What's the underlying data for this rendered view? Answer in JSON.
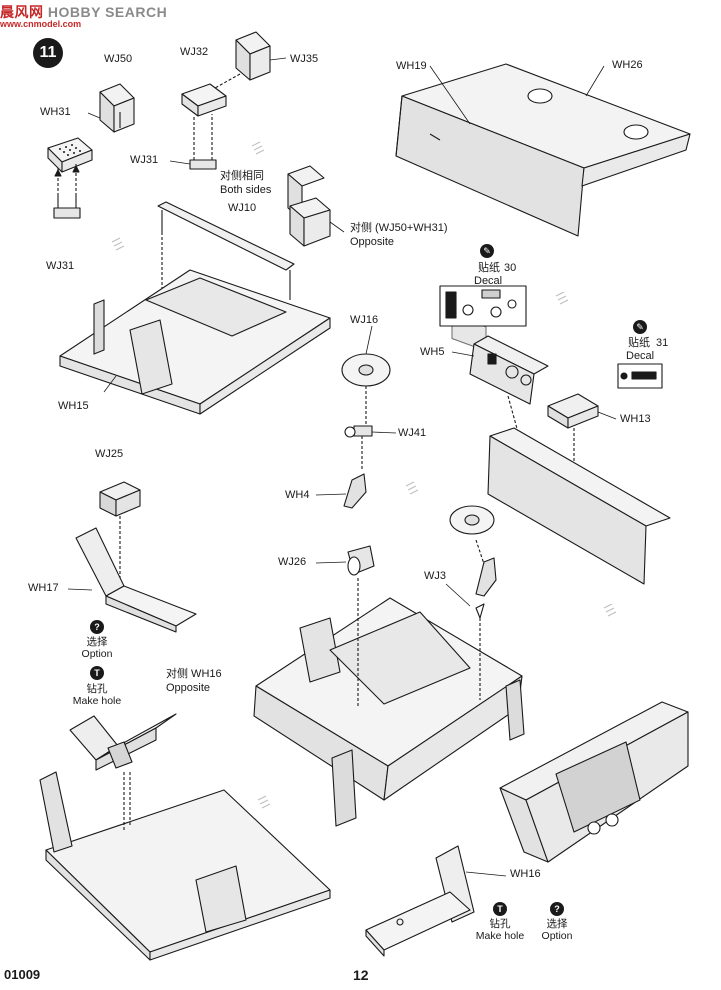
{
  "watermark": {
    "chinese": "晨风网",
    "brand": "HOBBY SEARCH",
    "url": "www.cnmodel.com"
  },
  "step_number": "11",
  "labels": {
    "wj50": "WJ50",
    "wj32": "WJ32",
    "wj35": "WJ35",
    "wh31": "WH31",
    "wj31_a": "WJ31",
    "wj31_b": "WJ31",
    "wh19": "WH19",
    "wh26": "WH26",
    "both_sides_cn": "对侧相同",
    "both_sides_en": "Both sides",
    "wj10": "WJ10",
    "opposite_wj50_cn": "对侧 (WJ50+WH31)",
    "opposite_wj50_en": "Opposite",
    "wh15": "WH15",
    "wj16": "WJ16",
    "wh5": "WH5",
    "wj41": "WJ41",
    "wh4": "WH4",
    "wh13": "WH13",
    "decal30_cn": "贴纸",
    "decal30_no": "30",
    "decal30_en": "Decal",
    "decal31_cn": "贴纸",
    "decal31_no": "31",
    "decal31_en": "Decal",
    "wj25": "WJ25",
    "wh17": "WH17",
    "option_a_cn": "选择",
    "option_a_en": "Option",
    "makehole_a_cn": "钻孔",
    "makehole_a_en": "Make hole",
    "opposite_wh16_cn": "对侧 WH16",
    "opposite_wh16_en": "Opposite",
    "wj26": "WJ26",
    "wj3": "WJ3",
    "wh16": "WH16",
    "makehole_b_cn": "钻孔",
    "makehole_b_en": "Make hole",
    "option_b_cn": "选择",
    "option_b_en": "Option"
  },
  "footer": {
    "code": "01009",
    "page": "12"
  },
  "colors": {
    "ink": "#1a1a1a",
    "watermark_red": "#c62828",
    "watermark_gray": "#8a8a8a",
    "shade": "#d6d6d6"
  },
  "icons": {
    "question": "question-icon",
    "drill": "drill-icon",
    "decal": "decal-icon"
  }
}
